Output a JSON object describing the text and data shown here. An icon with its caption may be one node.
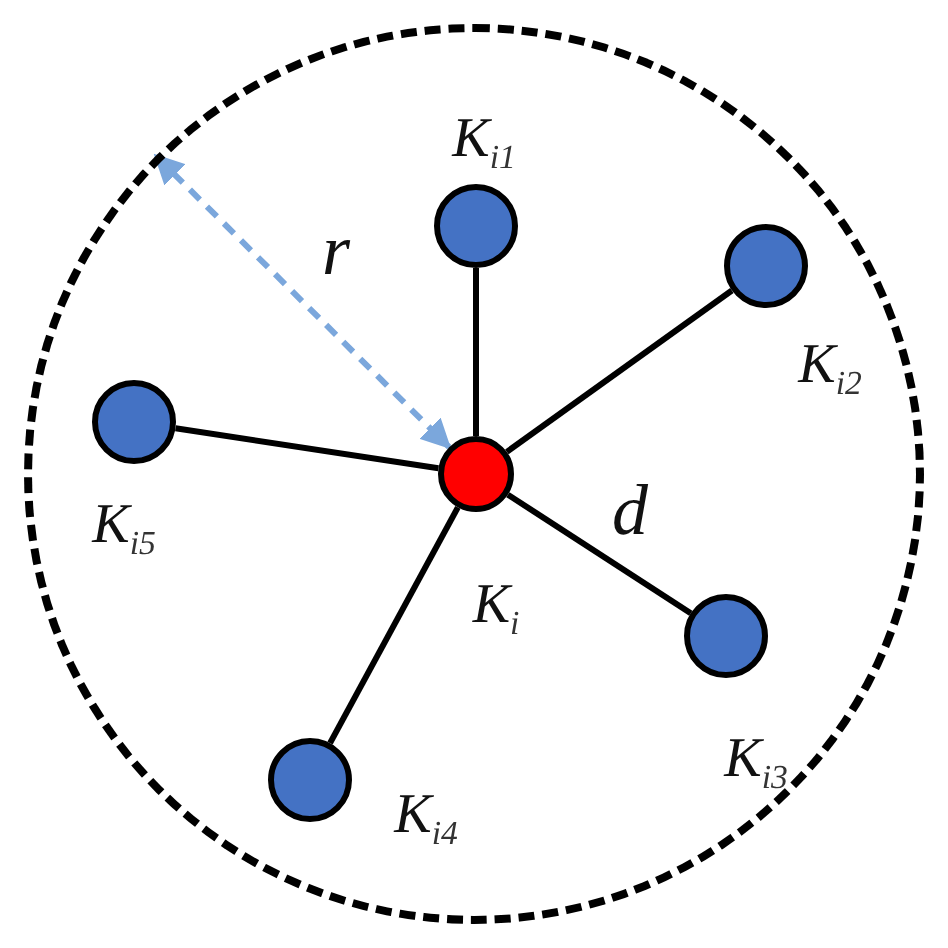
{
  "diagram": {
    "nodes": [
      {
        "text": [],
        "shape": "circle"
      },
      {
        "text": [],
        "shape": "circle",
        "beside": [
          "K$_{i1}$"
        ],
        "in": 0
      },
      {
        "text": [],
        "shape": "circle",
        "beside": [
          "K$_{i2}$"
        ],
        "in": 0
      },
      {
        "text": [],
        "shape": "circle",
        "beside": [
          "K$_{i5}$"
        ],
        "in": 0
      },
      {
        "text": [],
        "shape": "circle",
        "beside": [
          "K$_{i}$"
        ],
        "in": 0
      },
      {
        "text": [],
        "shape": "circle",
        "beside": [
          "K$_{i3}$"
        ],
        "in": 0
      },
      {
        "text": [],
        "shape": "circle",
        "beside": [
          "K$_{i4}$"
        ],
        "in": 0
      }
    ],
    "edges": [
      {
        "from": 4,
        "to": 1,
        "arrow": "none"
      },
      {
        "from": 4,
        "to": 2,
        "arrow": "none"
      },
      {
        "from": 4,
        "to": 3,
        "arrow": "none"
      },
      {
        "from": 4,
        "to": 5,
        "arrow": "none",
        "label": "d"
      },
      {
        "from": 4,
        "to": 6,
        "arrow": "none"
      },
      {
        "from": 0,
        "to": 4,
        "arrow": "both",
        "style": "dashed",
        "color": "#7ba7dc",
        "label": "r"
      }
    ]
  }
}
